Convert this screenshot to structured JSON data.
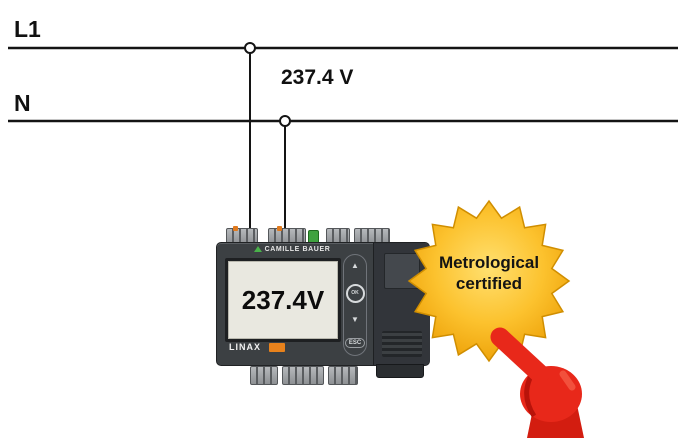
{
  "circuit": {
    "l1_label": "L1",
    "n_label": "N",
    "voltage": "237.4 V"
  },
  "meter": {
    "brand": "CAMILLE BAUER",
    "display_value": "237.4V",
    "model": "LINAX",
    "ok_button": "OK",
    "esc_button": "ESC"
  },
  "icons": {
    "up_arrow": "▲",
    "down_arrow": "▼"
  },
  "badge": {
    "line1": "Metrological",
    "line2": "certified",
    "gold_color": "#f7b800"
  },
  "colors": {
    "wire": "#141414",
    "device_body": "#3c4043",
    "screen_bg": "#e9e8e0",
    "hand_red": "#e8281a"
  }
}
